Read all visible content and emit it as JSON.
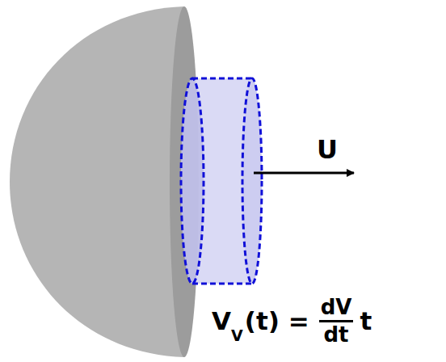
{
  "diagram": {
    "labels": [
      "U",
      "V",
      "V",
      "(t) =",
      "dV",
      "dt",
      "t"
    ]
  }
}
